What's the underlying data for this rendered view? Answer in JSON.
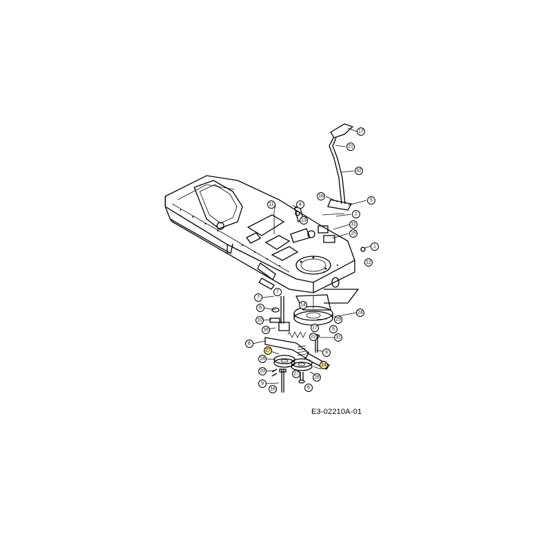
{
  "drawing_code": "E3-02210A-01",
  "callout_labels": [
    "17",
    "21",
    "32",
    "16",
    "5",
    "2",
    "4",
    "11",
    "1",
    "13",
    "31",
    "15",
    "7",
    "8",
    "12",
    "7",
    "10",
    "14",
    "25",
    "24",
    "16",
    "5",
    "17",
    "22",
    "31",
    "8",
    "9",
    "27",
    "18",
    "14",
    "20",
    "9",
    "28",
    "27",
    "6",
    "16"
  ],
  "highlight_color": "#fbe58a"
}
